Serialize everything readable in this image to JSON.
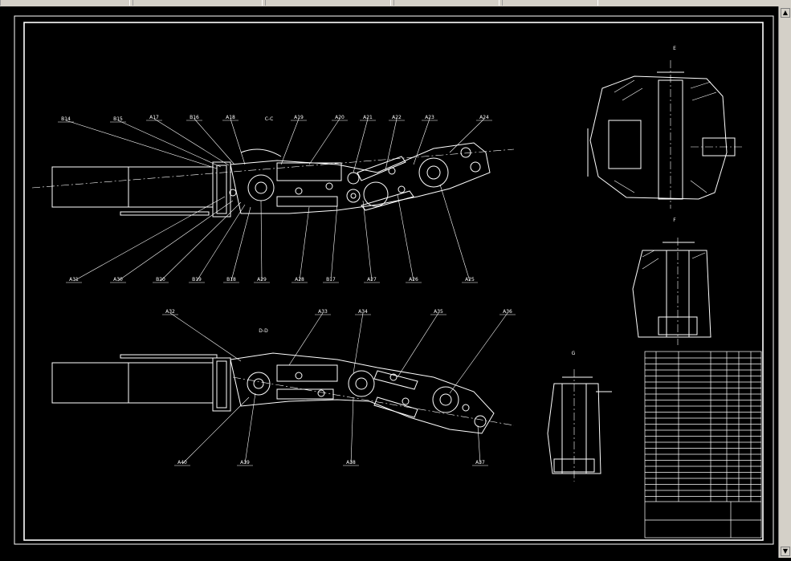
{
  "window": {
    "toolbar_segments": 5
  },
  "drawing": {
    "colors": {
      "background": "#000000",
      "linework": "#ffffff",
      "toolbar": "#d4d0c8"
    },
    "section_labels": [
      "C-C",
      "D-D",
      "E",
      "F",
      "G"
    ],
    "callouts_view1_top": [
      "B14",
      "B15",
      "A17",
      "B16",
      "A18",
      "A19",
      "A20",
      "A21",
      "A22",
      "A23",
      "A24"
    ],
    "callouts_view1_bottom": [
      "A31",
      "A30",
      "B20",
      "B19",
      "B18",
      "A29",
      "A28",
      "B17",
      "A27",
      "A26",
      "A25"
    ],
    "callouts_view2_top": [
      "A32",
      "A33",
      "A34",
      "A35",
      "A36"
    ],
    "callouts_view2_bottom": [
      "A40",
      "A39",
      "A38",
      "A37"
    ],
    "title_block": {
      "drawing_title": "",
      "drawing_number": ""
    }
  }
}
